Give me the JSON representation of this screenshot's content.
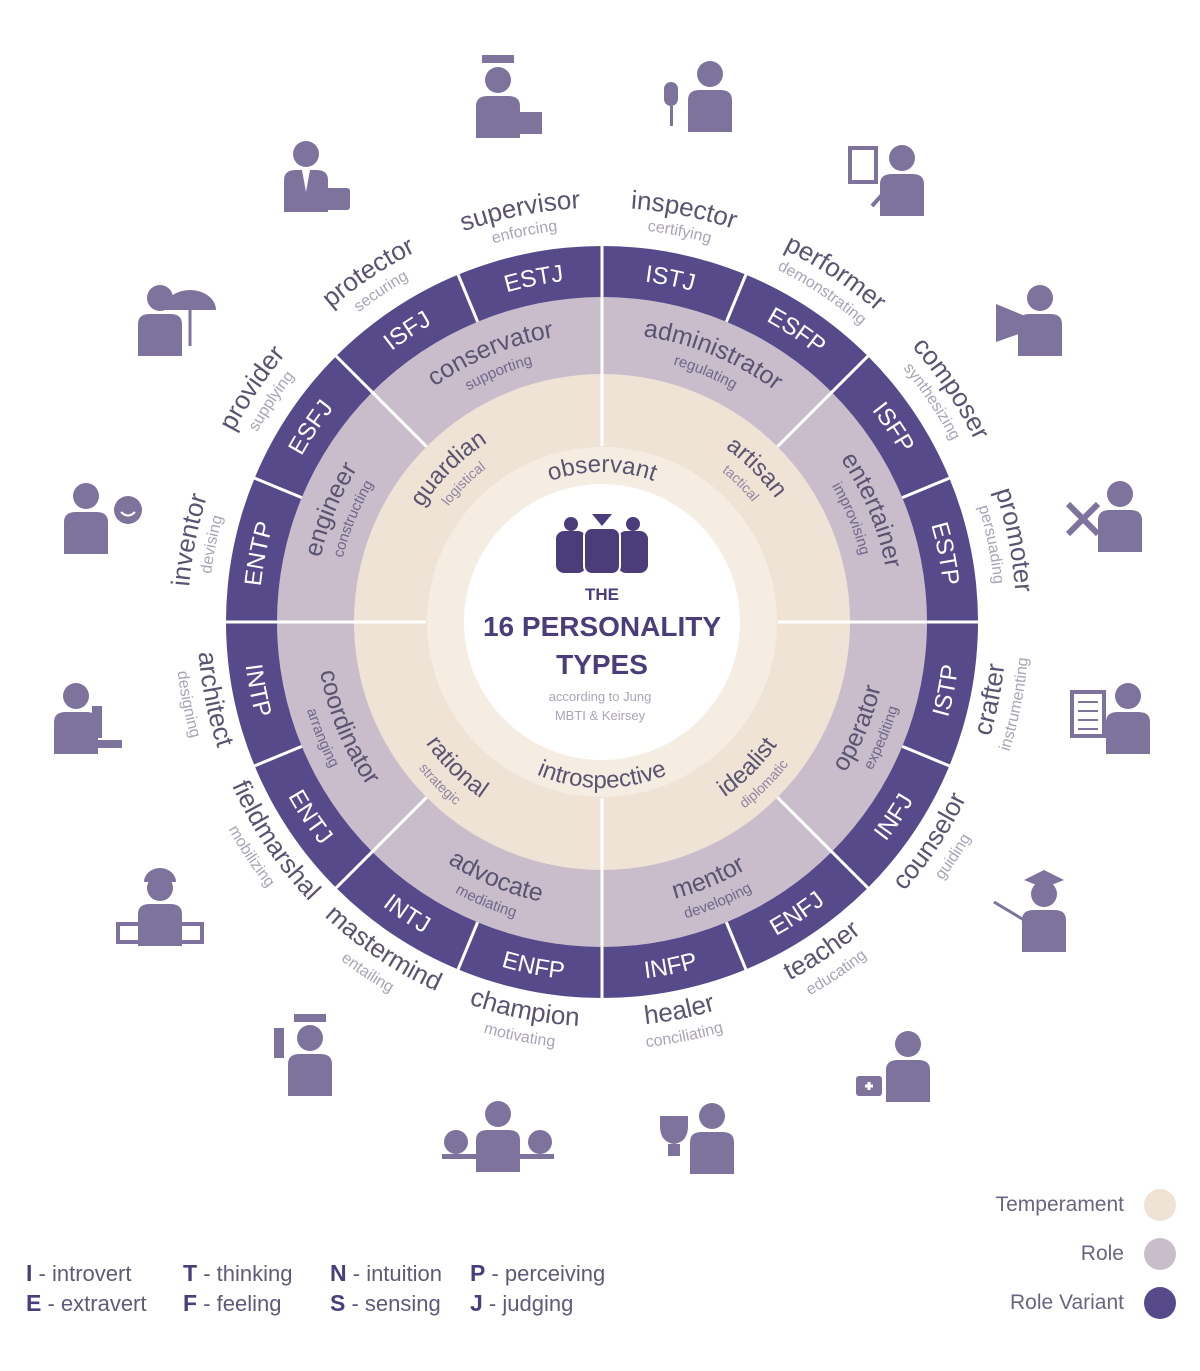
{
  "center": {
    "line1": "THE",
    "line2": "16 PERSONALITY",
    "line3": "TYPES",
    "sub1": "according to Jung",
    "sub2": "MBTI & Keirsey",
    "icon": "people-group-icon"
  },
  "halves": [
    "observant",
    "introspective"
  ],
  "temperaments": [
    {
      "name": "guardian",
      "sub": "logistical"
    },
    {
      "name": "artisan",
      "sub": "tactical"
    },
    {
      "name": "idealist",
      "sub": "diplomatic"
    },
    {
      "name": "rational",
      "sub": "strategic"
    }
  ],
  "roles": [
    {
      "name": "administrator",
      "sub": "regulating"
    },
    {
      "name": "entertainer",
      "sub": "improvising"
    },
    {
      "name": "operator",
      "sub": "expediting"
    },
    {
      "name": "mentor",
      "sub": "developing"
    },
    {
      "name": "advocate",
      "sub": "mediating"
    },
    {
      "name": "coordinator",
      "sub": "arranging"
    },
    {
      "name": "engineer",
      "sub": "constructing"
    },
    {
      "name": "conservator",
      "sub": "supporting"
    }
  ],
  "types": [
    {
      "code": "ISTJ",
      "name": "inspector",
      "verb": "certifying",
      "icon": "security-guard-icon"
    },
    {
      "code": "ESFP",
      "name": "performer",
      "verb": "demonstrating",
      "icon": "microphone-singer-icon"
    },
    {
      "code": "ISFP",
      "name": "composer",
      "verb": "synthesizing",
      "icon": "painter-easel-icon"
    },
    {
      "code": "ESTP",
      "name": "promoter",
      "verb": "persuading",
      "icon": "megaphone-icon"
    },
    {
      "code": "ISTP",
      "name": "crafter",
      "verb": "instrumenting",
      "icon": "tools-hammer-wrench-icon"
    },
    {
      "code": "INFJ",
      "name": "counselor",
      "verb": "guiding",
      "icon": "clipboard-counselor-icon"
    },
    {
      "code": "ENFJ",
      "name": "teacher",
      "verb": "educating",
      "icon": "graduation-cap-teacher-icon"
    },
    {
      "code": "INFP",
      "name": "healer",
      "verb": "conciliating",
      "icon": "doctor-stethoscope-icon"
    },
    {
      "code": "ENFP",
      "name": "champion",
      "verb": "motivating",
      "icon": "trophy-icon"
    },
    {
      "code": "INTJ",
      "name": "mastermind",
      "verb": "entailing",
      "icon": "balance-scale-icon"
    },
    {
      "code": "ENTJ",
      "name": "fieldmarshal",
      "verb": "mobilizing",
      "icon": "military-officer-icon"
    },
    {
      "code": "INTP",
      "name": "architect",
      "verb": "designing",
      "icon": "hardhat-blueprint-icon"
    },
    {
      "code": "ENTP",
      "name": "inventor",
      "verb": "devising",
      "icon": "microscope-icon"
    },
    {
      "code": "ESFJ",
      "name": "provider",
      "verb": "supplying",
      "icon": "smiley-provider-icon"
    },
    {
      "code": "ISFJ",
      "name": "protector",
      "verb": "securing",
      "icon": "umbrella-protector-icon"
    },
    {
      "code": "ESTJ",
      "name": "supervisor",
      "verb": "enforcing",
      "icon": "businessman-briefcase-icon"
    }
  ],
  "key_legend": [
    [
      {
        "letter": "I",
        "text": "- introvert"
      },
      {
        "letter": "E",
        "text": "- extravert"
      }
    ],
    [
      {
        "letter": "T",
        "text": "- thinking"
      },
      {
        "letter": "F",
        "text": "- feeling"
      }
    ],
    [
      {
        "letter": "N",
        "text": "- intuition"
      },
      {
        "letter": "S",
        "text": "- sensing"
      }
    ],
    [
      {
        "letter": "P",
        "text": "- perceiving"
      },
      {
        "letter": "J",
        "text": "- judging"
      }
    ]
  ],
  "layer_legend": [
    {
      "label": "Temperament",
      "color": "#efe3d6"
    },
    {
      "label": "Role",
      "color": "#c9bdcc"
    },
    {
      "label": "Role Variant",
      "color": "#574a8b"
    }
  ],
  "colors": {
    "variant": "#574a8b",
    "role": "#c9bdcc",
    "temperament": "#efe3d6",
    "center": "#ffffff",
    "icon": "#7d739c",
    "text_dark": "#5a5470",
    "text_light": "#a9a4b6",
    "title": "#4a3d7a"
  }
}
